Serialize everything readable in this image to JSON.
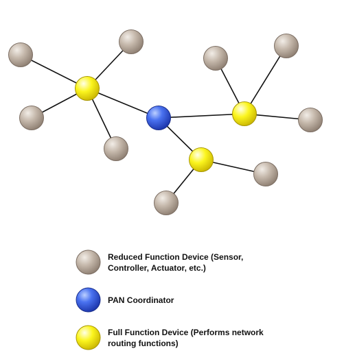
{
  "colors": {
    "rfd": "#b7a89a",
    "pan": "#3a5cd8",
    "ffd": "#fbf51e",
    "link": "#111111"
  },
  "legend": {
    "rfd": {
      "icon": "reduced-function-device-node",
      "line1": "Reduced Function Device (Sensor,",
      "line2": "Controller, Actuator, etc.)"
    },
    "pan": {
      "icon": "pan-coordinator-node",
      "line1": "PAN Coordinator"
    },
    "ffd": {
      "icon": "full-function-device-node",
      "line1": "Full Function Device (Performs network",
      "line2": "routing functions)"
    }
  },
  "topology": {
    "nodes": [
      {
        "id": "pan",
        "type": "pan"
      },
      {
        "id": "ffd-left",
        "type": "ffd"
      },
      {
        "id": "ffd-right",
        "type": "ffd"
      },
      {
        "id": "ffd-bottom",
        "type": "ffd"
      },
      {
        "id": "rfd-left-1",
        "type": "rfd"
      },
      {
        "id": "rfd-left-2",
        "type": "rfd"
      },
      {
        "id": "rfd-left-3",
        "type": "rfd"
      },
      {
        "id": "rfd-left-4",
        "type": "rfd"
      },
      {
        "id": "rfd-right-1",
        "type": "rfd"
      },
      {
        "id": "rfd-right-2",
        "type": "rfd"
      },
      {
        "id": "rfd-right-3",
        "type": "rfd"
      },
      {
        "id": "rfd-bottom-1",
        "type": "rfd"
      },
      {
        "id": "rfd-bottom-2",
        "type": "rfd"
      }
    ],
    "links": [
      [
        "pan",
        "ffd-left"
      ],
      [
        "pan",
        "ffd-right"
      ],
      [
        "pan",
        "ffd-bottom"
      ],
      [
        "ffd-left",
        "rfd-left-1"
      ],
      [
        "ffd-left",
        "rfd-left-2"
      ],
      [
        "ffd-left",
        "rfd-left-3"
      ],
      [
        "ffd-left",
        "rfd-left-4"
      ],
      [
        "ffd-right",
        "rfd-right-1"
      ],
      [
        "ffd-right",
        "rfd-right-2"
      ],
      [
        "ffd-right",
        "rfd-right-3"
      ],
      [
        "ffd-bottom",
        "rfd-bottom-1"
      ],
      [
        "ffd-bottom",
        "rfd-bottom-2"
      ]
    ]
  }
}
